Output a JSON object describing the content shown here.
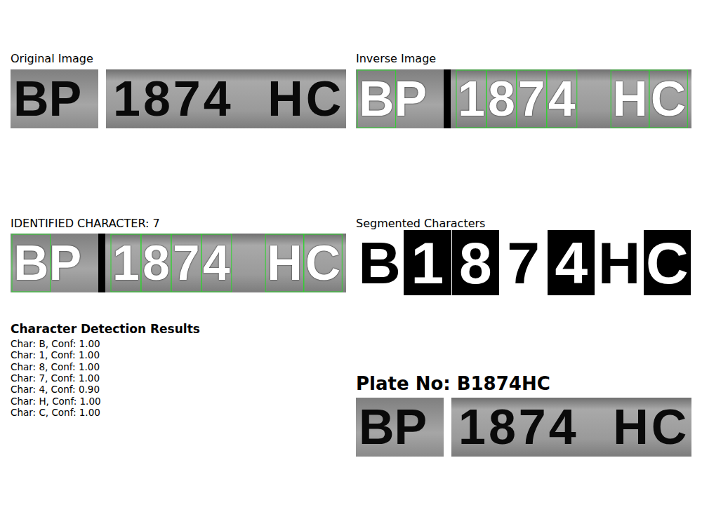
{
  "diagram": {
    "labels": [
      "Original Image",
      "BP",
      "1874 HC",
      "Inverse Image",
      "BP",
      "1874 HC",
      "IDENTIFIED CHARACTER: 7",
      "BP",
      "1874 HC",
      "Segmented Characters",
      "B",
      "1",
      "8",
      "7",
      "4",
      "H",
      "C",
      "Character Detection Results",
      "Char: B, Conf: 1.00",
      "Char: 1, Conf: 1.00",
      "Char: 8, Conf: 1.00",
      "Char: 7, Conf: 1.00",
      "Char: 4, Conf: 0.90",
      "Char: H, Conf: 1.00",
      "Char: C, Conf: 1.00",
      "Plate No: B1874HC",
      "BP",
      "1874 HC"
    ]
  }
}
